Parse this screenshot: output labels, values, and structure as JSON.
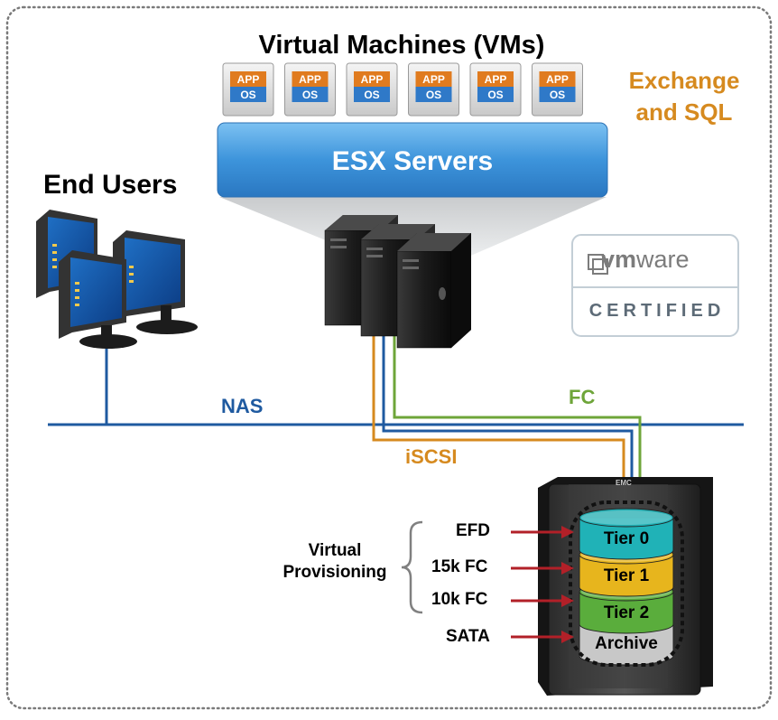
{
  "title": "Virtual Machines (VMs)",
  "workload": [
    "Exchange",
    "and SQL"
  ],
  "vm_labels": {
    "app": "APP",
    "os": "OS"
  },
  "vm_count": 6,
  "esx": "ESX Servers",
  "end_users": "End Users",
  "protocols": {
    "nas": "NAS",
    "fc": "FC",
    "iscsi": "iSCSI"
  },
  "badge": {
    "logo_vm": "vm",
    "logo_ware": "ware",
    "certified": "CERTIFIED"
  },
  "virtual_provisioning": [
    "Virtual",
    "Provisioning"
  ],
  "drive_types": [
    "EFD",
    "15k FC",
    "10k FC",
    "SATA"
  ],
  "tiers": [
    "Tier 0",
    "Tier 1",
    "Tier 2",
    "Archive"
  ],
  "array_brand": "EMC",
  "colors": {
    "nas": "#1f5aa0",
    "fc": "#6ea539",
    "iscsi": "#d68a1f",
    "arrow": "#b22028",
    "tier0": "#20b2b7",
    "tier1": "#e7b51d",
    "tier2": "#5aad3c",
    "archive": "#c8c8c8",
    "esx": "#3d8fd6",
    "vm_app": "#e07b1f",
    "vm_os": "#2f79c8"
  }
}
